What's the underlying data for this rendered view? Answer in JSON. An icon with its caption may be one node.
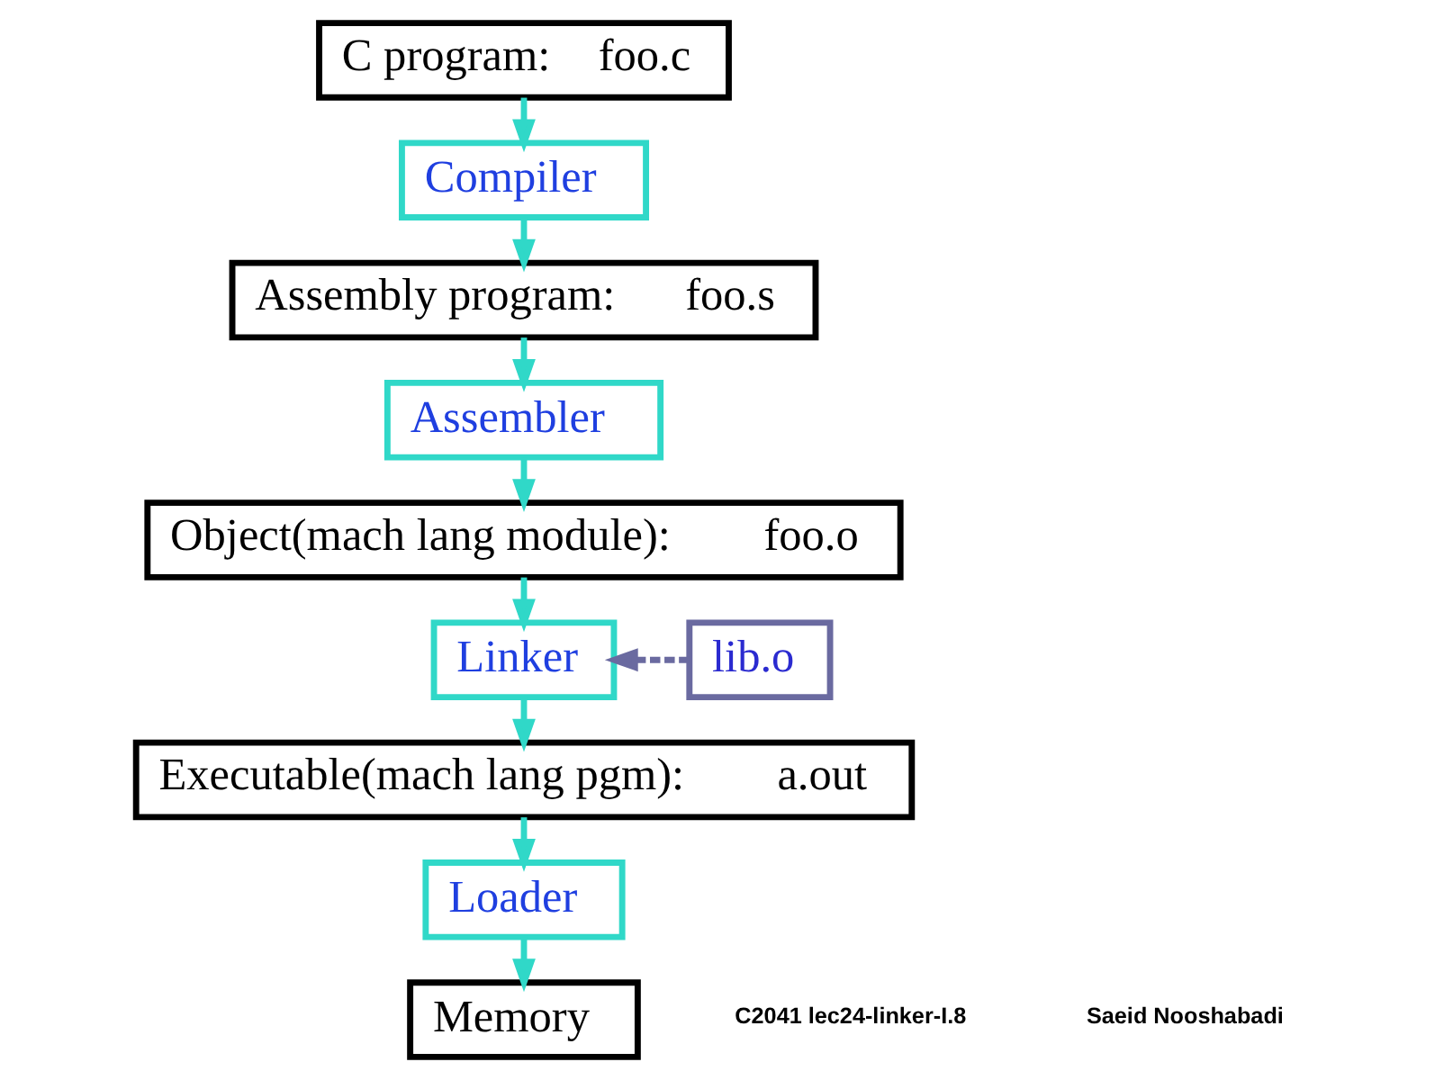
{
  "diagram": {
    "nodes": [
      {
        "text": [
          "C program: foo.c"
        ]
      },
      {
        "text": [
          "Compiler"
        ]
      },
      {
        "text": [
          "Assembly program: foo.s"
        ]
      },
      {
        "text": [
          "Assembler"
        ]
      },
      {
        "text": [
          "Object(mach lang module): foo.o"
        ]
      },
      {
        "text": [
          "Linker"
        ]
      },
      {
        "text": [
          "lib.o"
        ]
      },
      {
        "text": [
          "Executable(mach lang pgm): a.out"
        ]
      },
      {
        "text": [
          "Loader"
        ]
      },
      {
        "text": [
          "Memory"
        ]
      }
    ],
    "edges": [
      {
        "from": 0,
        "to": 1,
        "arrow": "to"
      },
      {
        "from": 1,
        "to": 2,
        "arrow": "to"
      },
      {
        "from": 2,
        "to": 3,
        "arrow": "to"
      },
      {
        "from": 3,
        "to": 4,
        "arrow": "to"
      },
      {
        "from": 4,
        "to": 5,
        "arrow": "to"
      },
      {
        "from": 6,
        "to": 5,
        "arrow": "to",
        "style": "dashed",
        "color": "#6a6aa0"
      },
      {
        "from": 5,
        "to": 7,
        "arrow": "to"
      },
      {
        "from": 7,
        "to": 8,
        "arrow": "to"
      },
      {
        "from": 8,
        "to": 9,
        "arrow": "to"
      }
    ],
    "labels": [
      "C2041 lec24-linker-I.8",
      "Saeid Nooshabadi"
    ]
  }
}
